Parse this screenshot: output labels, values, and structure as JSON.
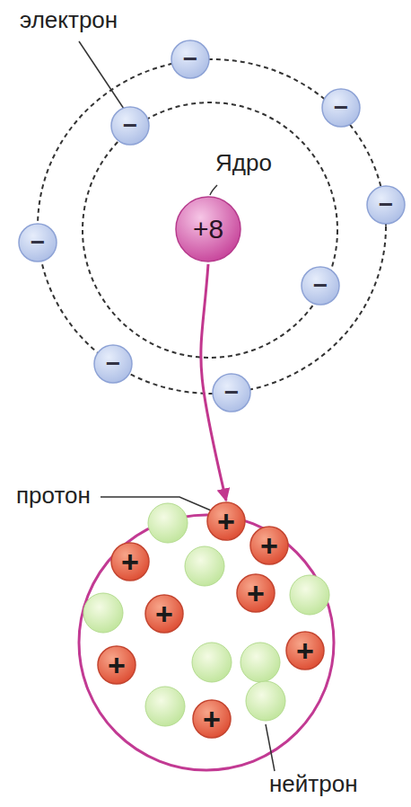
{
  "diagram": {
    "nodes": [
      {
        "text": [
          "−"
        ]
      },
      {
        "text": [
          "−"
        ]
      },
      {
        "text": [
          "−"
        ]
      },
      {
        "text": [
          "−"
        ]
      },
      {
        "text": [
          "−"
        ]
      },
      {
        "text": [
          "−"
        ]
      },
      {
        "text": [
          "−"
        ]
      },
      {
        "text": [
          "−"
        ]
      },
      {
        "text": [
          "Ядро",
          "+8"
        ]
      },
      {
        "text": [
          "+"
        ]
      },
      {
        "text": [
          "+"
        ]
      },
      {
        "text": [
          "+"
        ]
      },
      {
        "text": [
          "+"
        ]
      },
      {
        "text": [
          "+"
        ]
      },
      {
        "text": [
          "+"
        ]
      },
      {
        "text": [
          "+"
        ]
      },
      {
        "text": [
          "+"
        ]
      }
    ],
    "edges": [
      {
        "from": 8,
        "to": 9,
        "arrow": "to"
      }
    ],
    "labels": [
      "электрон",
      "протон",
      "нейтрон"
    ]
  }
}
